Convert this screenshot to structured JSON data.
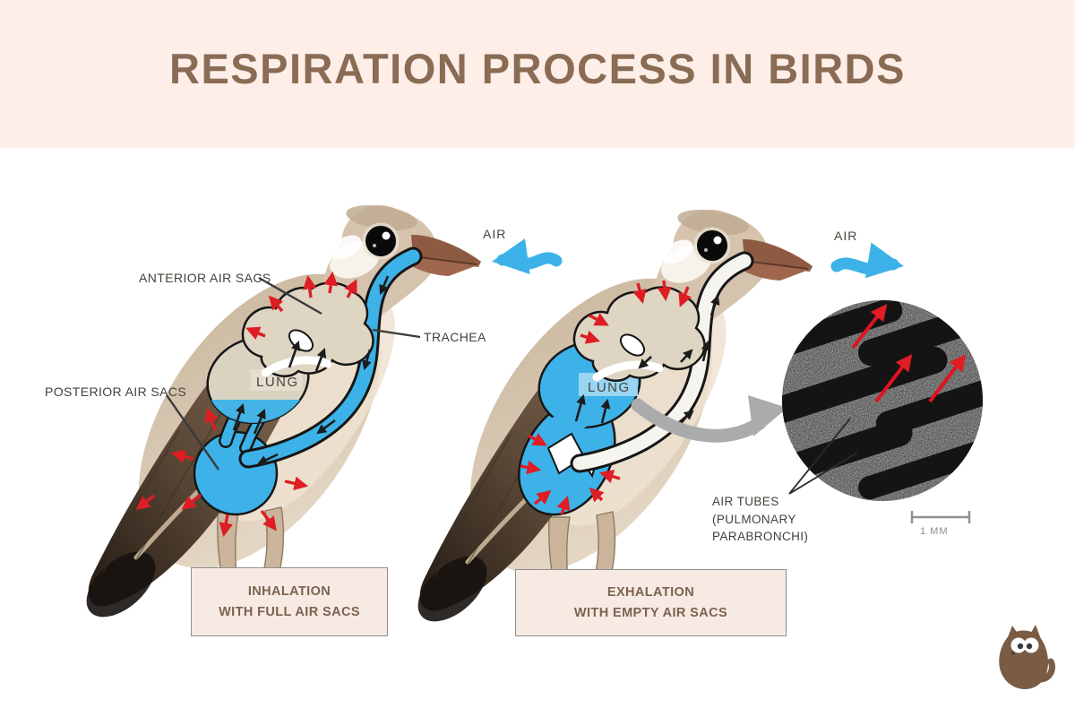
{
  "header": {
    "title": "RESPIRATION PROCESS IN BIRDS"
  },
  "left_bird": {
    "label_anterior": "ANTERIOR AIR SACS",
    "label_trachea": "TRACHEA",
    "label_lung": "LUNG",
    "label_posterior": "POSTERIOR AIR SACS",
    "label_air": "AIR",
    "caption_line1": "INHALATION",
    "caption_line2": "WITH FULL AIR SACS"
  },
  "right_bird": {
    "label_lung": "LUNG",
    "label_air": "AIR",
    "caption_line1": "EXHALATION",
    "caption_line2": "WITH EMPTY AIR SACS"
  },
  "microscope": {
    "label_line1": "AIR TUBES",
    "label_line2": "(PULMONARY",
    "label_line3": "PARABRONCHI)",
    "scale_label": "1 MM"
  },
  "icons": {
    "logo": "cat-logo"
  },
  "colors": {
    "header_bg": "#fdeee8",
    "title_brown": "#8a6c54",
    "air_blue": "#3cb2e8",
    "arrow_red": "#de1d24",
    "sac_tan": "#ded6c3",
    "caption_bg": "#f7eae3",
    "caption_text": "#7b6350",
    "grey_arrow": "#ababab",
    "logo_brown": "#7a5b44"
  }
}
